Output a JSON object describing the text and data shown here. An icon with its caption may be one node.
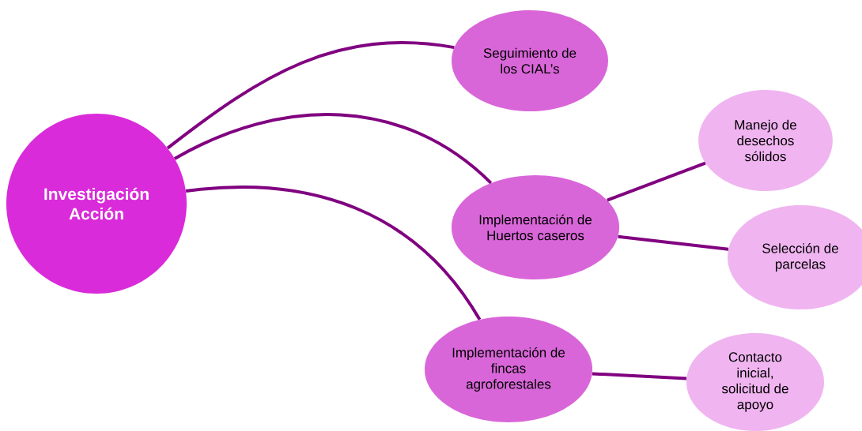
{
  "diagram": {
    "nodes": [
      {
        "text": [
          "Investigación Acción"
        ]
      },
      {
        "text": [
          "Seguimiento de los CIAL’s"
        ]
      },
      {
        "text": [
          "Manejo de desechos sólidos"
        ]
      },
      {
        "text": [
          "Implementación de Huertos caseros"
        ]
      },
      {
        "text": [
          "Selección de parcelas"
        ]
      },
      {
        "text": [
          "Implementación de fincas agroforestales"
        ]
      },
      {
        "text": [
          "Contacto inicial, solicitud de apoyo"
        ]
      }
    ],
    "edges": [
      {
        "from": 0,
        "to": 1,
        "arrow": "none"
      },
      {
        "from": 0,
        "to": 3,
        "arrow": "none"
      },
      {
        "from": 0,
        "to": 5,
        "arrow": "none"
      },
      {
        "from": 3,
        "to": 2,
        "arrow": "none"
      },
      {
        "from": 3,
        "to": 4,
        "arrow": "none"
      },
      {
        "from": 5,
        "to": 6,
        "arrow": "none"
      }
    ]
  }
}
